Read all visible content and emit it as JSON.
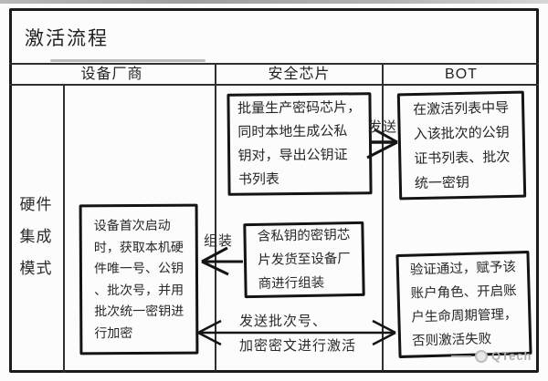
{
  "title": "激活流程",
  "header": {
    "lanes": [
      "设备厂商",
      "安全芯片",
      "BOT"
    ]
  },
  "row_label": "硬件\n集成\n模式",
  "boxes": {
    "batch_produce": "批量生产密码芯片，\n同时本地生成公私\n钥对，导出公钥证\n书列表",
    "import_list": "在激活列表中导\n入该批次的公钥\n证书列表、批次\n统一密钥",
    "device_boot": "设备首次启动\n时，获取本机硬\n件唯一号、公钥\n、批次号，并用\n批次统一密钥进\n行加密",
    "ship_chip": "含私钥的密钥芯\n片发货至设备厂\n商进行组装",
    "verify": "验证通过，赋予该\n账户角色、开启账\n户生命周期管理，\n否则激活失败"
  },
  "arrows": {
    "send": "发送",
    "assemble": "组装",
    "activate_line1": "发送批次号、",
    "activate_line2": "加密密文进行激活"
  },
  "watermark": "QTech",
  "colors": {
    "grid_line": "#2f2f2f",
    "box_border": "#141414",
    "arrow": "#151515",
    "background": "#fcfcfc",
    "watermark": "#b2b2b2"
  }
}
